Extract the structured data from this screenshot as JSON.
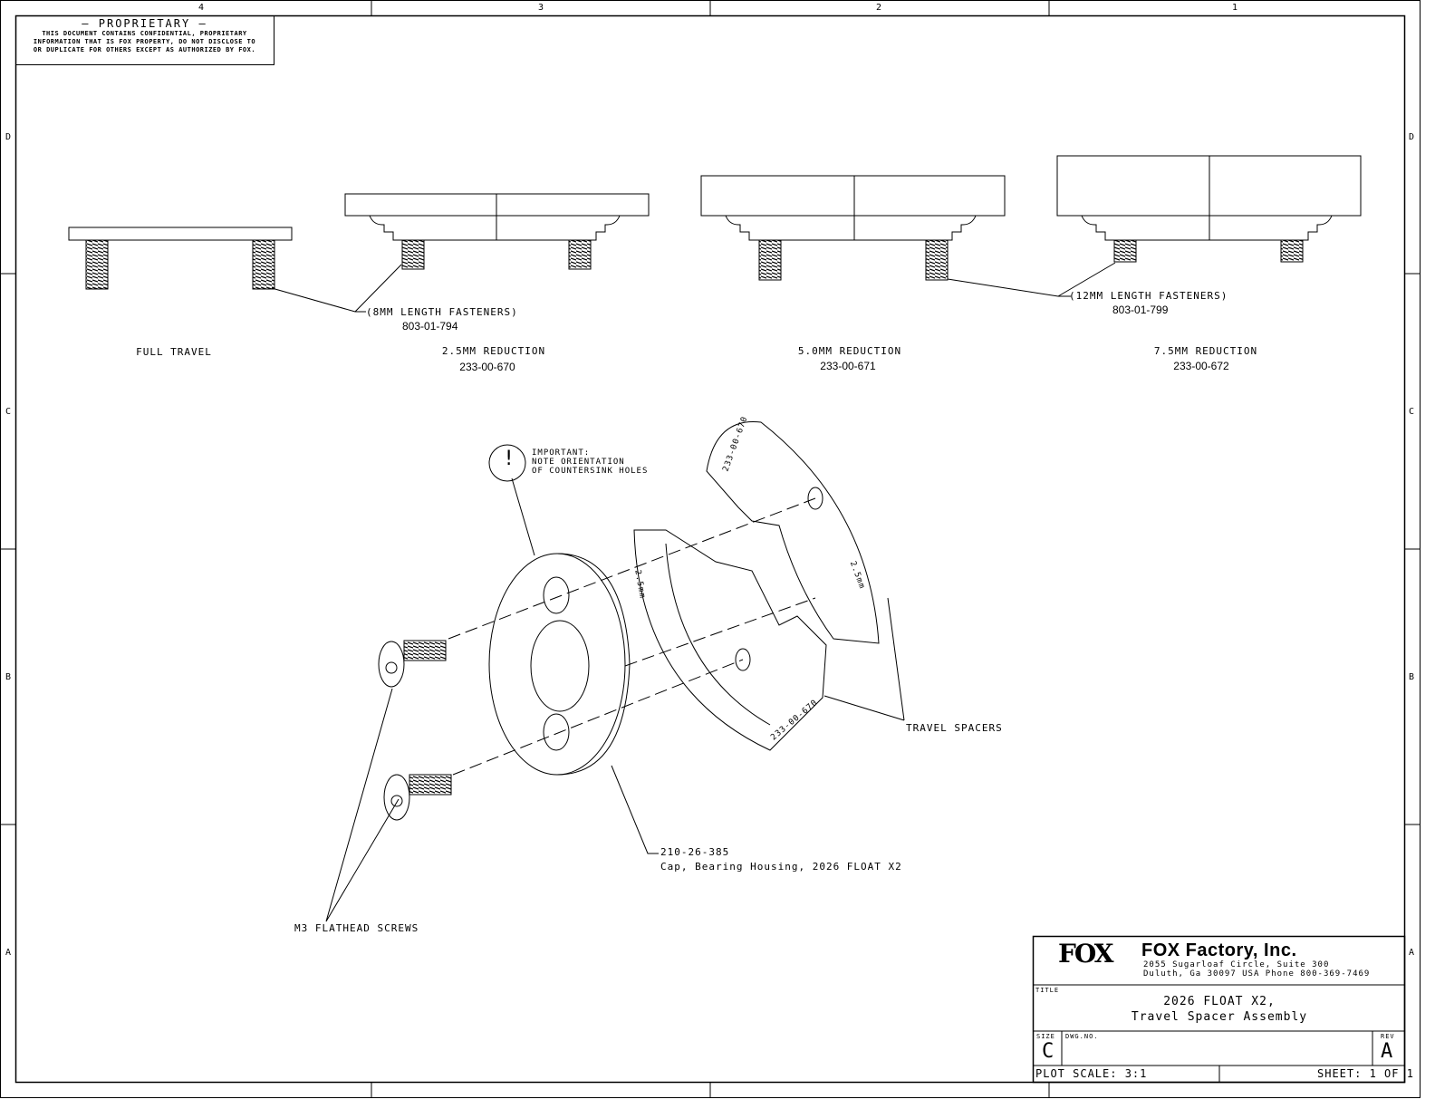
{
  "zones": {
    "columns": [
      "4",
      "3",
      "2",
      "1"
    ],
    "rows": [
      "D",
      "C",
      "B",
      "A"
    ]
  },
  "proprietary": {
    "heading": "PROPRIETARY",
    "lines": [
      "THIS DOCUMENT CONTAINS CONFIDENTIAL, PROPRIETARY",
      "INFORMATION THAT IS FOX PROPERTY, DO NOT DISCLOSE TO",
      "OR DUPLICATE FOR OTHERS EXCEPT AS AUTHORIZED BY FOX."
    ]
  },
  "views": [
    {
      "label": "FULL TRAVEL",
      "part": ""
    },
    {
      "label": "2.5MM REDUCTION",
      "part": "233-00-670"
    },
    {
      "label": "5.0MM REDUCTION",
      "part": "233-00-671"
    },
    {
      "label": "7.5MM REDUCTION",
      "part": "233-00-672"
    }
  ],
  "fasteners": [
    {
      "label": "(8MM LENGTH FASTENERS)",
      "part": "803-01-794"
    },
    {
      "label": "(12MM LENGTH FASTENERS)",
      "part": "803-01-799"
    }
  ],
  "callouts": {
    "important": [
      "IMPORTANT:",
      "NOTE ORIENTATION",
      "OF COUNTERSINK HOLES"
    ],
    "important_symbol": "!",
    "travel_spacers": "TRAVEL SPACERS",
    "cap_part": "210-26-385",
    "cap_desc": "Cap, Bearing Housing, 2026 FLOAT X2",
    "screws": "M3 FLATHEAD SCREWS",
    "spacer_marks": [
      "233-00-670",
      "2.5mm",
      "2.5mm",
      "233-00-670"
    ]
  },
  "title_block": {
    "logo": "FOX",
    "company": "FOX Factory, Inc.",
    "address1": "2055 Sugarloaf Circle, Suite 300",
    "address2": "Duluth, Ga 30097 USA Phone 800-369-7469",
    "title_label": "TITLE",
    "title1": "2026 FLOAT X2,",
    "title2": "Travel Spacer Assembly",
    "size_label": "SIZE",
    "size": "C",
    "dwg_label": "DWG.NO.",
    "rev_label": "REV",
    "rev": "A",
    "plot_scale": "PLOT SCALE: 3:1",
    "sheet": "SHEET: 1 OF 1"
  }
}
